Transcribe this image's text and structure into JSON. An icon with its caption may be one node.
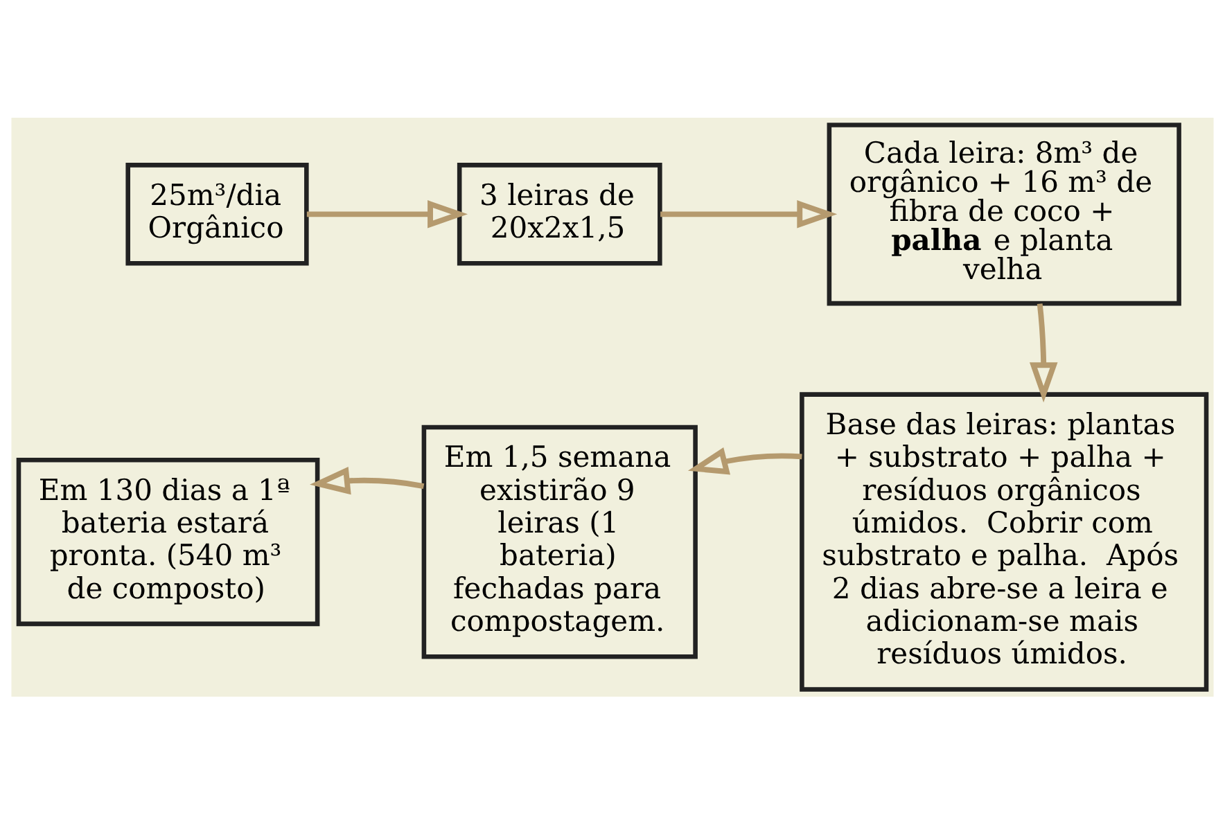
{
  "diagram": {
    "nodes": [
      {
        "text": [
          "25m³/dia Orgânico"
        ]
      },
      {
        "text": [
          "3 leiras de 20x2x1,5"
        ]
      },
      {
        "text": [
          "Cada leira: 8m³ de orgânico + 16 m³ de fibra de coco + **palha** e planta velha"
        ]
      },
      {
        "text": [
          "Base das leiras: plantas + substrato + palha + resíduos orgânicos úmidos.  Cobrir com substrato e palha.  Após 2 dias abre-se a leira e adicionam-se mais resíduos úmidos."
        ]
      },
      {
        "text": [
          "Em 1,5 semana existirão 9 leiras (1 bateria) fechadas para compostagem."
        ]
      },
      {
        "text": [
          "Em 130 dias a 1ª bateria estará pronta. (540 m³ de composto)"
        ]
      }
    ],
    "edges": [
      {
        "from": 0,
        "to": 1,
        "arrow": "to"
      },
      {
        "from": 1,
        "to": 2,
        "arrow": "to"
      },
      {
        "from": 2,
        "to": 3,
        "arrow": "to"
      },
      {
        "from": 3,
        "to": 4,
        "arrow": "to"
      },
      {
        "from": 4,
        "to": 5,
        "arrow": "to"
      }
    ]
  }
}
